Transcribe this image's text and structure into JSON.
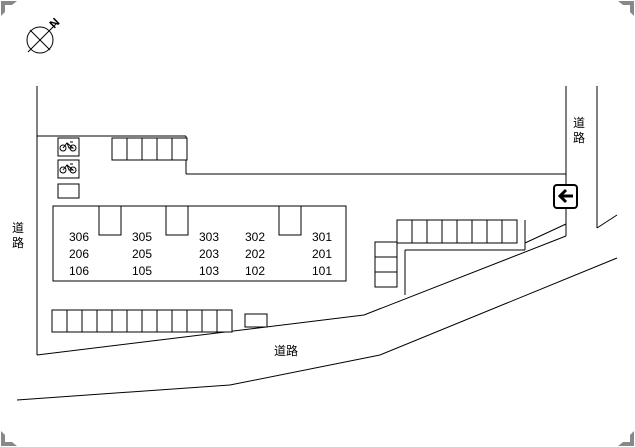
{
  "map": {
    "roads": {
      "left": "道路",
      "top_right": "道路",
      "bottom": "道路"
    },
    "north_marker_letter": "N",
    "units": [
      [
        "306",
        "305",
        "303",
        "302",
        "301"
      ],
      [
        "206",
        "205",
        "203",
        "202",
        "201"
      ],
      [
        "106",
        "105",
        "103",
        "102",
        "101"
      ]
    ],
    "icons": {
      "compass": "north-compass-icon",
      "bicycle": "bicycle-icon",
      "entrance_arrow": "left-arrow-icon",
      "corner": "corner-bracket-icon"
    },
    "colors": {
      "line": "#000000",
      "background": "#ffffff"
    }
  }
}
